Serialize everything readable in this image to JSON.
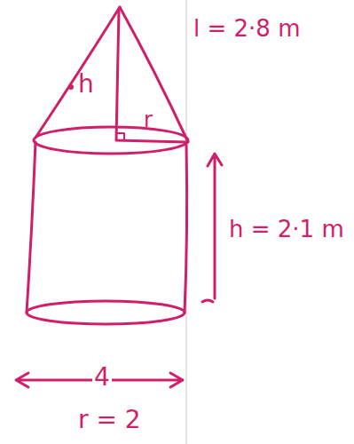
{
  "diagram": {
    "labels": [
      "h",
      "l = 2·8 m",
      "r",
      "h = 2·1 m",
      "4",
      "r = 2"
    ]
  }
}
